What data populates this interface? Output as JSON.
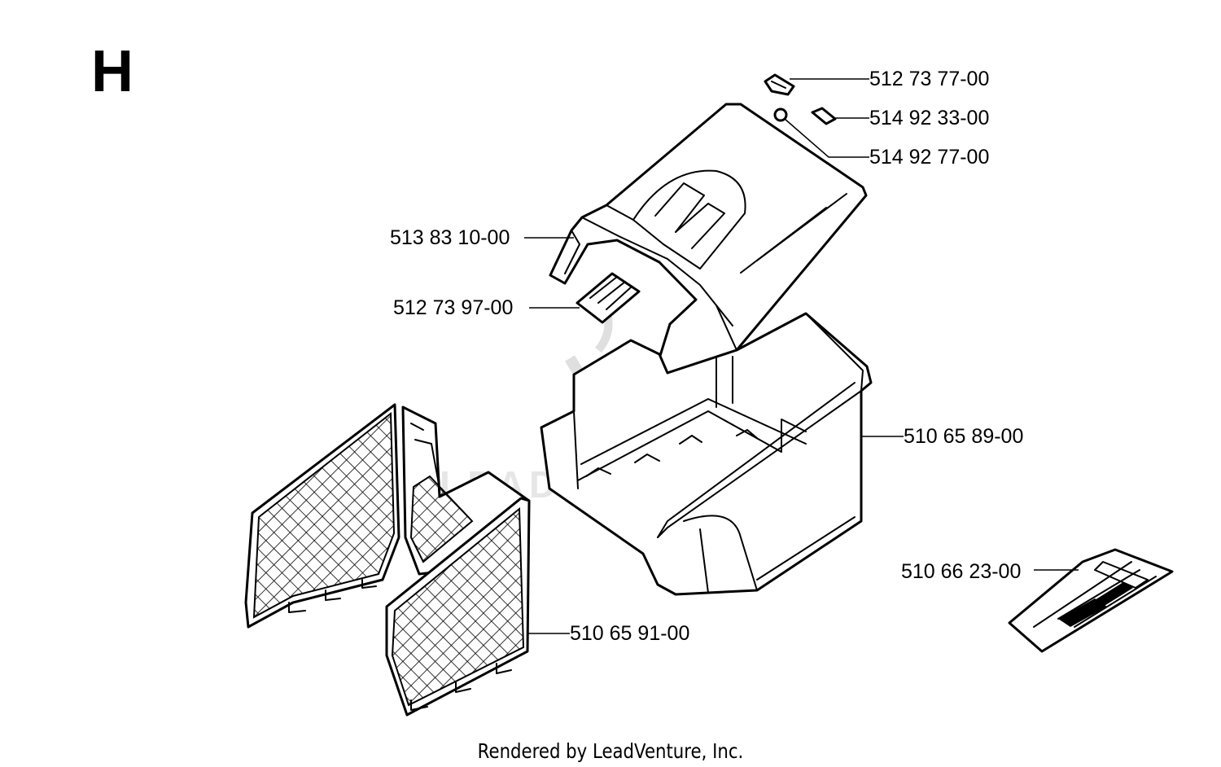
{
  "section_letter": "H",
  "parts": [
    {
      "part_number": "512 73 77-00"
    },
    {
      "part_number": "514 92 33-00"
    },
    {
      "part_number": "514 92 77-00"
    },
    {
      "part_number": "513 83 10-00"
    },
    {
      "part_number": "512 73 97-00"
    },
    {
      "part_number": "510 65 89-00"
    },
    {
      "part_number": "510 66 23-00"
    },
    {
      "part_number": "510 65 91-00"
    }
  ],
  "watermark_text": "LEADVENTURE",
  "footer": "Rendered by LeadVenture, Inc."
}
